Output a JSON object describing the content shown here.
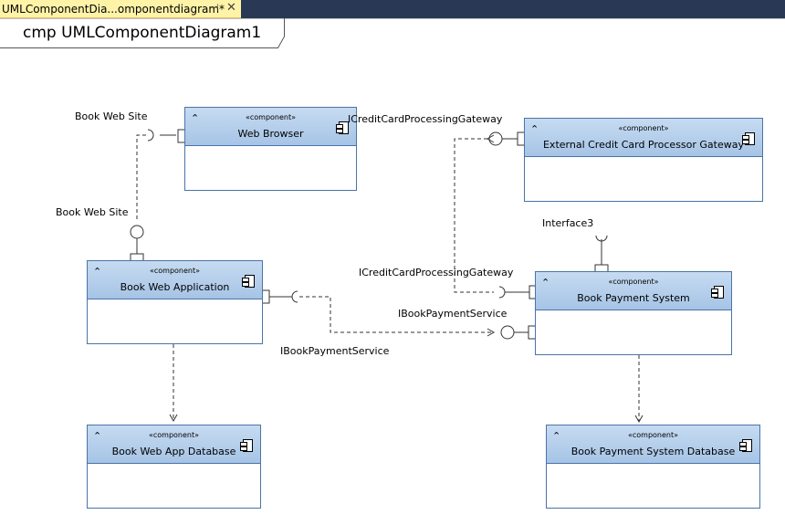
{
  "tab": {
    "title": "UMLComponentDia...omponentdiagram*",
    "pin_glyph": "⊣",
    "close_glyph": "✕"
  },
  "diagram": {
    "title": "cmp UMLComponentDiagram1"
  },
  "stereotype": "«component»",
  "components": {
    "web_browser": "Web Browser",
    "external_gateway": "External Credit Card Processor Gateway",
    "book_web_application": "Book Web Application",
    "book_payment_system": "Book Payment System",
    "book_web_app_database": "Book Web App Database",
    "book_payment_system_database": "Book Payment System Database"
  },
  "labels": {
    "book_web_site_1": "Book Web Site",
    "book_web_site_2": "Book Web Site",
    "icredit_gateway_1": "ICreditCardProcessingGateway",
    "icredit_gateway_2": "ICreditCardProcessingGateway",
    "interface3": "Interface3",
    "ibook_payment_service_1": "IBookPaymentService",
    "ibook_payment_service_2": "IBookPaymentService"
  },
  "colors": {
    "tab_strip": "#293955",
    "active_tab": "#fff3a8",
    "component_border": "#4a74a8",
    "component_header": "#a6c4e6"
  }
}
